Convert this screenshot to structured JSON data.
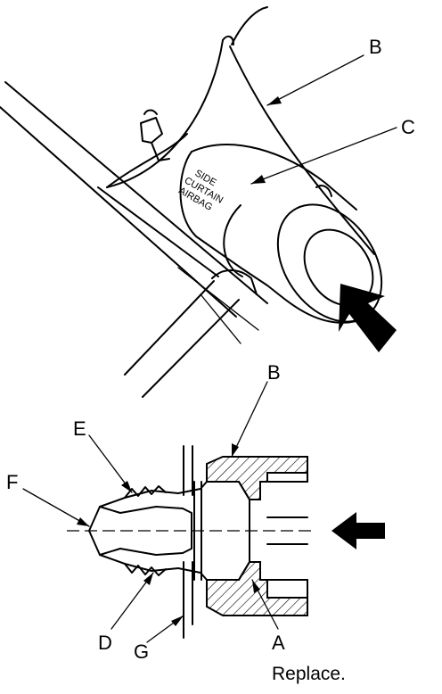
{
  "labels": {
    "A": "A",
    "B_top": "B",
    "B_bottom": "B",
    "C": "C",
    "D": "D",
    "E": "E",
    "F": "F",
    "G": "G"
  },
  "airbag_text": {
    "line1": "SIDE",
    "line2": "CURTAIN",
    "line3": "AIRBAG"
  },
  "note": "Replace."
}
